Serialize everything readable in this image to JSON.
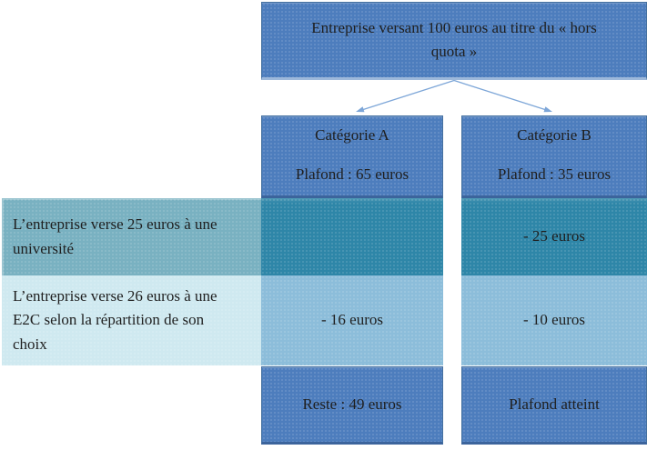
{
  "diagram": {
    "root_label": "Entreprise versant 100 euros au titre du « hors quota »",
    "left_steps": [
      {
        "label": "L’entreprise verse 25 euros à une université"
      },
      {
        "label": "L’entreprise verse 26 euros à une E2C selon la répartition de son choix"
      }
    ],
    "category_a": {
      "title": "Catégorie A",
      "plafond": "Plafond : 65 euros",
      "step1_value": "",
      "step2_value": "- 16 euros",
      "result": "Reste : 49 euros"
    },
    "category_b": {
      "title": "Catégorie B",
      "plafond": "Plafond : 35 euros",
      "step1_value": "- 25 euros",
      "step2_value": "- 10 euros",
      "result": "Plafond atteint"
    },
    "colors": {
      "box_blue": "#4d7dbd",
      "box_blue_edge": "#3c649c",
      "teal_dark": "#2e86a8",
      "teal_medium": "#79b1c1",
      "cyan_light": "#cfe9f0",
      "blue_light": "#8cbdda",
      "arrow": "#7da6d8",
      "text": "#1f1f1f",
      "background": "#ffffff"
    }
  }
}
